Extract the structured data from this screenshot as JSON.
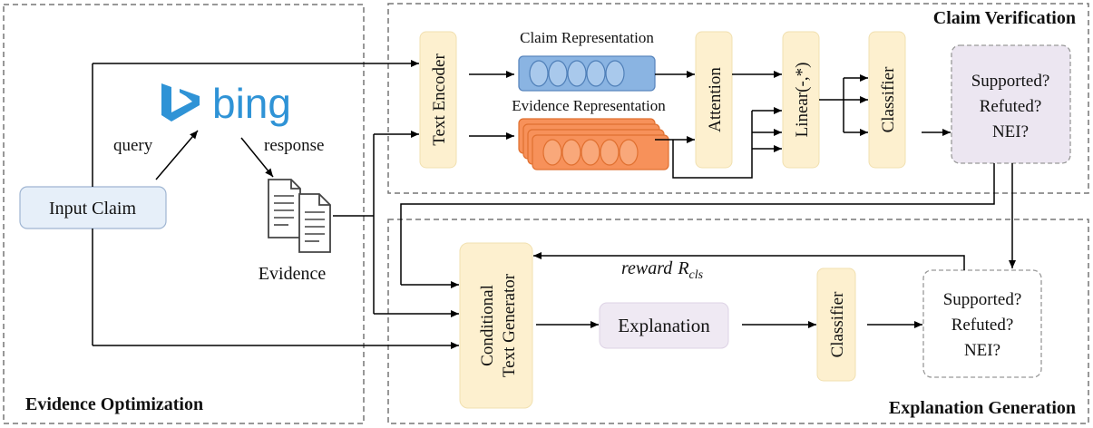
{
  "sections": {
    "evidence_optimization": "Evidence Optimization",
    "claim_verification": "Claim Verification",
    "explanation_generation": "Explanation Generation"
  },
  "evidence_optimization": {
    "input_claim": "Input Claim",
    "search_engine": "bing",
    "query": "query",
    "response": "response",
    "evidence": "Evidence"
  },
  "claim_verification": {
    "text_encoder": "Text Encoder",
    "claim_representation": "Claim Representation",
    "evidence_representation": "Evidence Representation",
    "attention": "Attention",
    "linear": "Linear(-,*)",
    "classifier": "Classifier",
    "outputs": [
      "Supported?",
      "Refuted?",
      "NEI?"
    ]
  },
  "explanation_generation": {
    "generator_line1": "Conditional",
    "generator_line2": "Text Generator",
    "explanation": "Explanation",
    "classifier": "Classifier",
    "reward_prefix": "reward",
    "reward_symbol": "R",
    "reward_subscript": "cls",
    "outputs": [
      "Supported?",
      "Refuted?",
      "NEI?"
    ]
  },
  "colors": {
    "module_fill": "#fdf0cf",
    "claim_rep_fill": "#8ab4e2",
    "evidence_rep_fill": "#f7915a",
    "input_fill": "#e6eff9",
    "output_fill": "#ece6f1",
    "explanation_fill": "#efe9f3",
    "bing_blue": "#2f93d6"
  }
}
